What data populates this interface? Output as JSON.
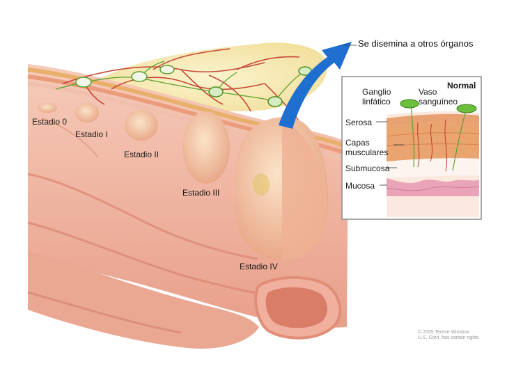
{
  "spread_label": "Se disemina a otros órganos",
  "stages": [
    "Estadio 0",
    "Estadio I",
    "Estadio II",
    "Estadio III",
    "Estadio IV"
  ],
  "inset": {
    "title": "Normal",
    "lymph_node": "Ganglio linfático",
    "vessel": "Vaso sanguíneo",
    "layers": {
      "serosa": "Serosa",
      "muscle": "Capas musculares",
      "submucosa": "Submucosa",
      "mucosa": "Mucosa"
    }
  },
  "credit": [
    "© 2005 Terese Winslow",
    "U.S. Govt. has certain rights"
  ],
  "colors": {
    "tissue": "#f4c3b0",
    "tissue_dark": "#e59a86",
    "tumor": "#f7cfae",
    "fat": "#f7ebb0",
    "vessel": "#c0392b",
    "lymph": "#5aa02c",
    "arrow": "#1f6fd1"
  }
}
